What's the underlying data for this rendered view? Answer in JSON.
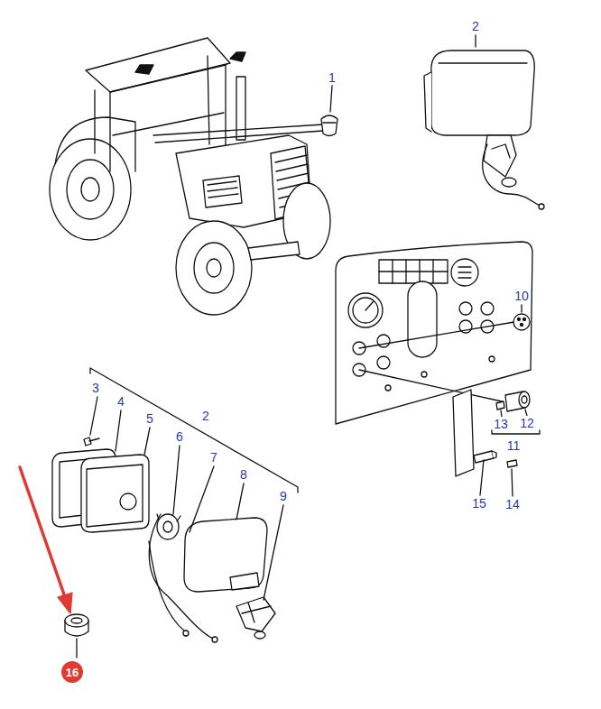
{
  "diagram": {
    "nodes": [
      {
        "text": [
          "16"
        ]
      }
    ],
    "labels": [
      "2",
      "1",
      "10",
      "3",
      "4",
      "5",
      "2",
      "6",
      "7",
      "8",
      "9",
      "13",
      "12",
      "11",
      "15",
      "14"
    ]
  }
}
